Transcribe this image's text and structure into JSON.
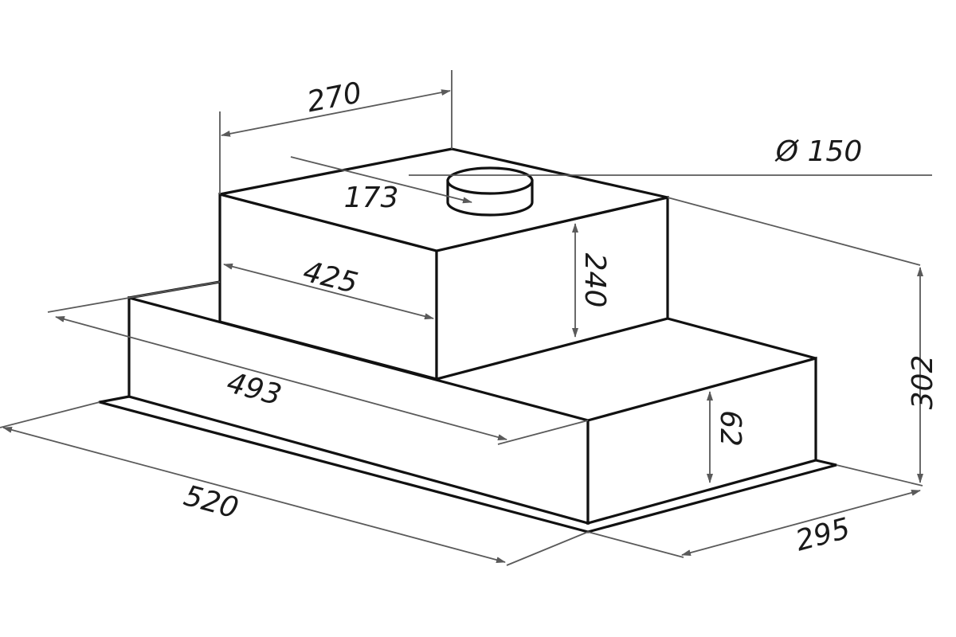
{
  "diagram": {
    "dimensions": {
      "top_depth": "270",
      "duct_diameter": "Ø 150",
      "duct_offset": "173",
      "top_width": "425",
      "top_height": "240",
      "total_height": "302",
      "base_inner_width": "493",
      "base_height": "62",
      "total_width": "520",
      "total_depth": "295"
    },
    "colors": {
      "outline": "#111111",
      "dimension_line": "#5a5a5a",
      "text": "#1a1a1a",
      "background": "#ffffff"
    }
  }
}
